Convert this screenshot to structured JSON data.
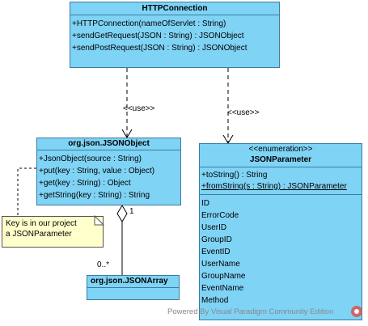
{
  "classes": {
    "http_connection": {
      "name": "HTTPConnection",
      "operations": [
        "+HTTPConnection(nameOfServlet : String)",
        "+sendGetRequest(JSON : String) : JSONObject",
        "+sendPostRequest(JSON : String) : JSONObject"
      ]
    },
    "json_object": {
      "name": "org.json.JSONObject",
      "operations": [
        "+JsonObject(source : String)",
        "+put(key : String, value : Object)",
        "+get(key : String) : Object",
        "+getString(key : String) : String"
      ]
    },
    "json_parameter": {
      "stereotype": "<<enumeration>>",
      "name": "JSONParameter",
      "operations": [
        "+toString() : String",
        "+fromString(s : String) : JSONParameter"
      ],
      "literals": [
        "ID",
        "ErrorCode",
        "UserID",
        "GroupID",
        "EventID",
        "UserName",
        "GroupName",
        "EventName",
        "Method"
      ]
    },
    "json_array": {
      "name": "org.json.JSONArray"
    }
  },
  "relations": {
    "use_label_1": "<<use>>",
    "use_label_2": "<<use>>",
    "mult_one": "1",
    "mult_many": "0..*"
  },
  "note": {
    "line1": "Key is in our project",
    "line2": "a JSONParameter"
  },
  "watermark": "Powered By  Visual Paradigm Community Edition",
  "colors": {
    "class_fill": "#7fd3f5",
    "class_border": "#3b7ca3",
    "note_fill": "#ffffcc"
  }
}
